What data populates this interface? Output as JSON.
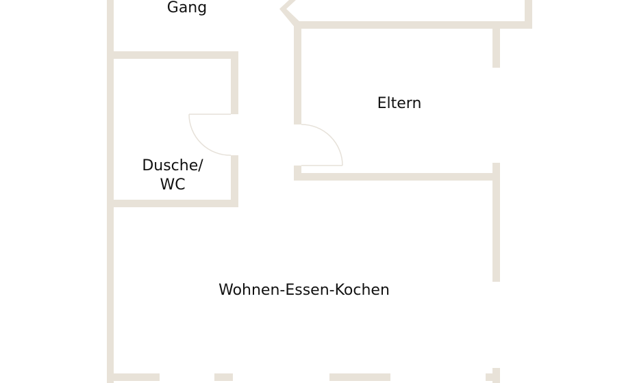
{
  "floorplan": {
    "wall_color": "#e8e2d8",
    "door_arc_color": "#e6e1d9",
    "rooms": [
      {
        "id": "gang",
        "label": "Gang"
      },
      {
        "id": "eltern",
        "label": "Eltern"
      },
      {
        "id": "dusche-wc",
        "label_line1": "Dusche/",
        "label_line2": "WC"
      },
      {
        "id": "wohnen-essen-kochen",
        "label": "Wohnen-Essen-Kochen"
      }
    ]
  }
}
